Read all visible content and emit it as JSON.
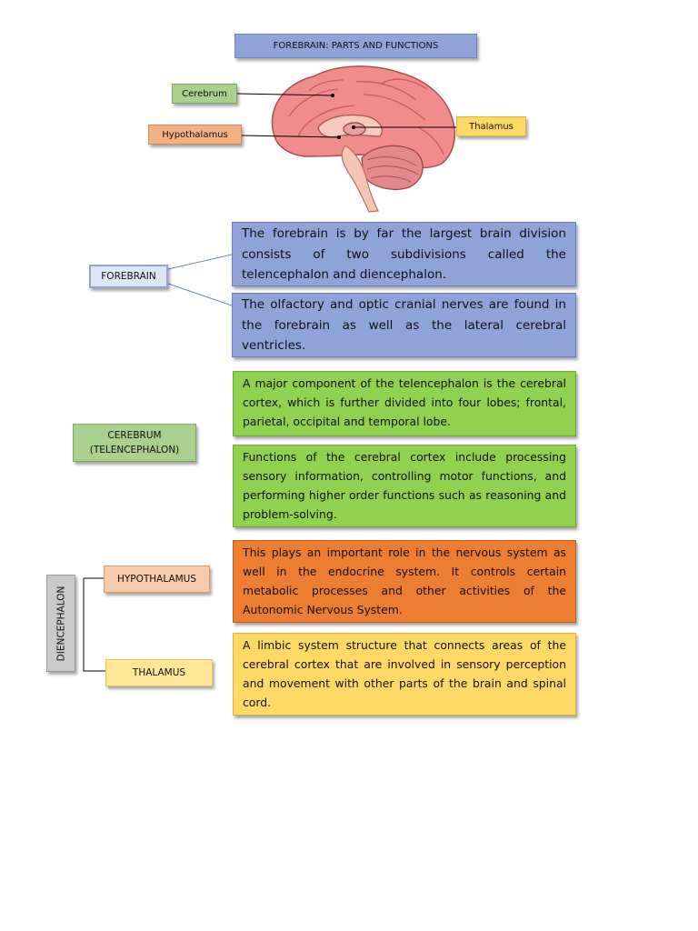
{
  "title": "FOREBRAIN: PARTS AND FUNCTIONS",
  "image_labels": {
    "cerebrum": "Cerebrum",
    "hypothalamus": "Hypothalamus",
    "thalamus": "Thalamus"
  },
  "sections": {
    "forebrain": {
      "label": "FOREBRAIN",
      "boxes": [
        "The forebrain is by far the largest brain division consists of two subdivisions called the telencephalon and diencephalon.",
        "The olfactory and optic cranial nerves are found in the forebrain as well as the lateral cerebral ventricles."
      ]
    },
    "cerebrum": {
      "label": "CEREBRUM\n(TELENCEPHALON)",
      "boxes": [
        "A major component of the telencephalon is the cerebral cortex, which is further divided into four lobes; frontal, parietal, occipital and temporal lobe.",
        "Functions of the cerebral cortex include processing sensory information, controlling motor functions, and performing higher order functions such as reasoning and problem-solving."
      ]
    },
    "diencephalon": {
      "label": "DIENCEPHALON",
      "hypothalamus": {
        "label": "HYPOTHALAMUS",
        "text": "This plays an important role in the nervous system as well in the endocrine system. It controls certain metabolic processes and other activities of the Autonomic Nervous System."
      },
      "thalamus": {
        "label": "THALAMUS",
        "text": "A limbic system structure that connects areas of the cerebral cortex that are involved in sensory perception and movement with other parts of the brain and spinal cord."
      }
    }
  },
  "colors": {
    "title_bg": "#8fa3d9",
    "forebrain_box": "#8fa3d9",
    "cerebrum_box": "#92d050",
    "hypothalamus_box": "#ed7d31",
    "thalamus_box": "#ffd966",
    "diencephalon_tag": "#c9c9c9"
  }
}
